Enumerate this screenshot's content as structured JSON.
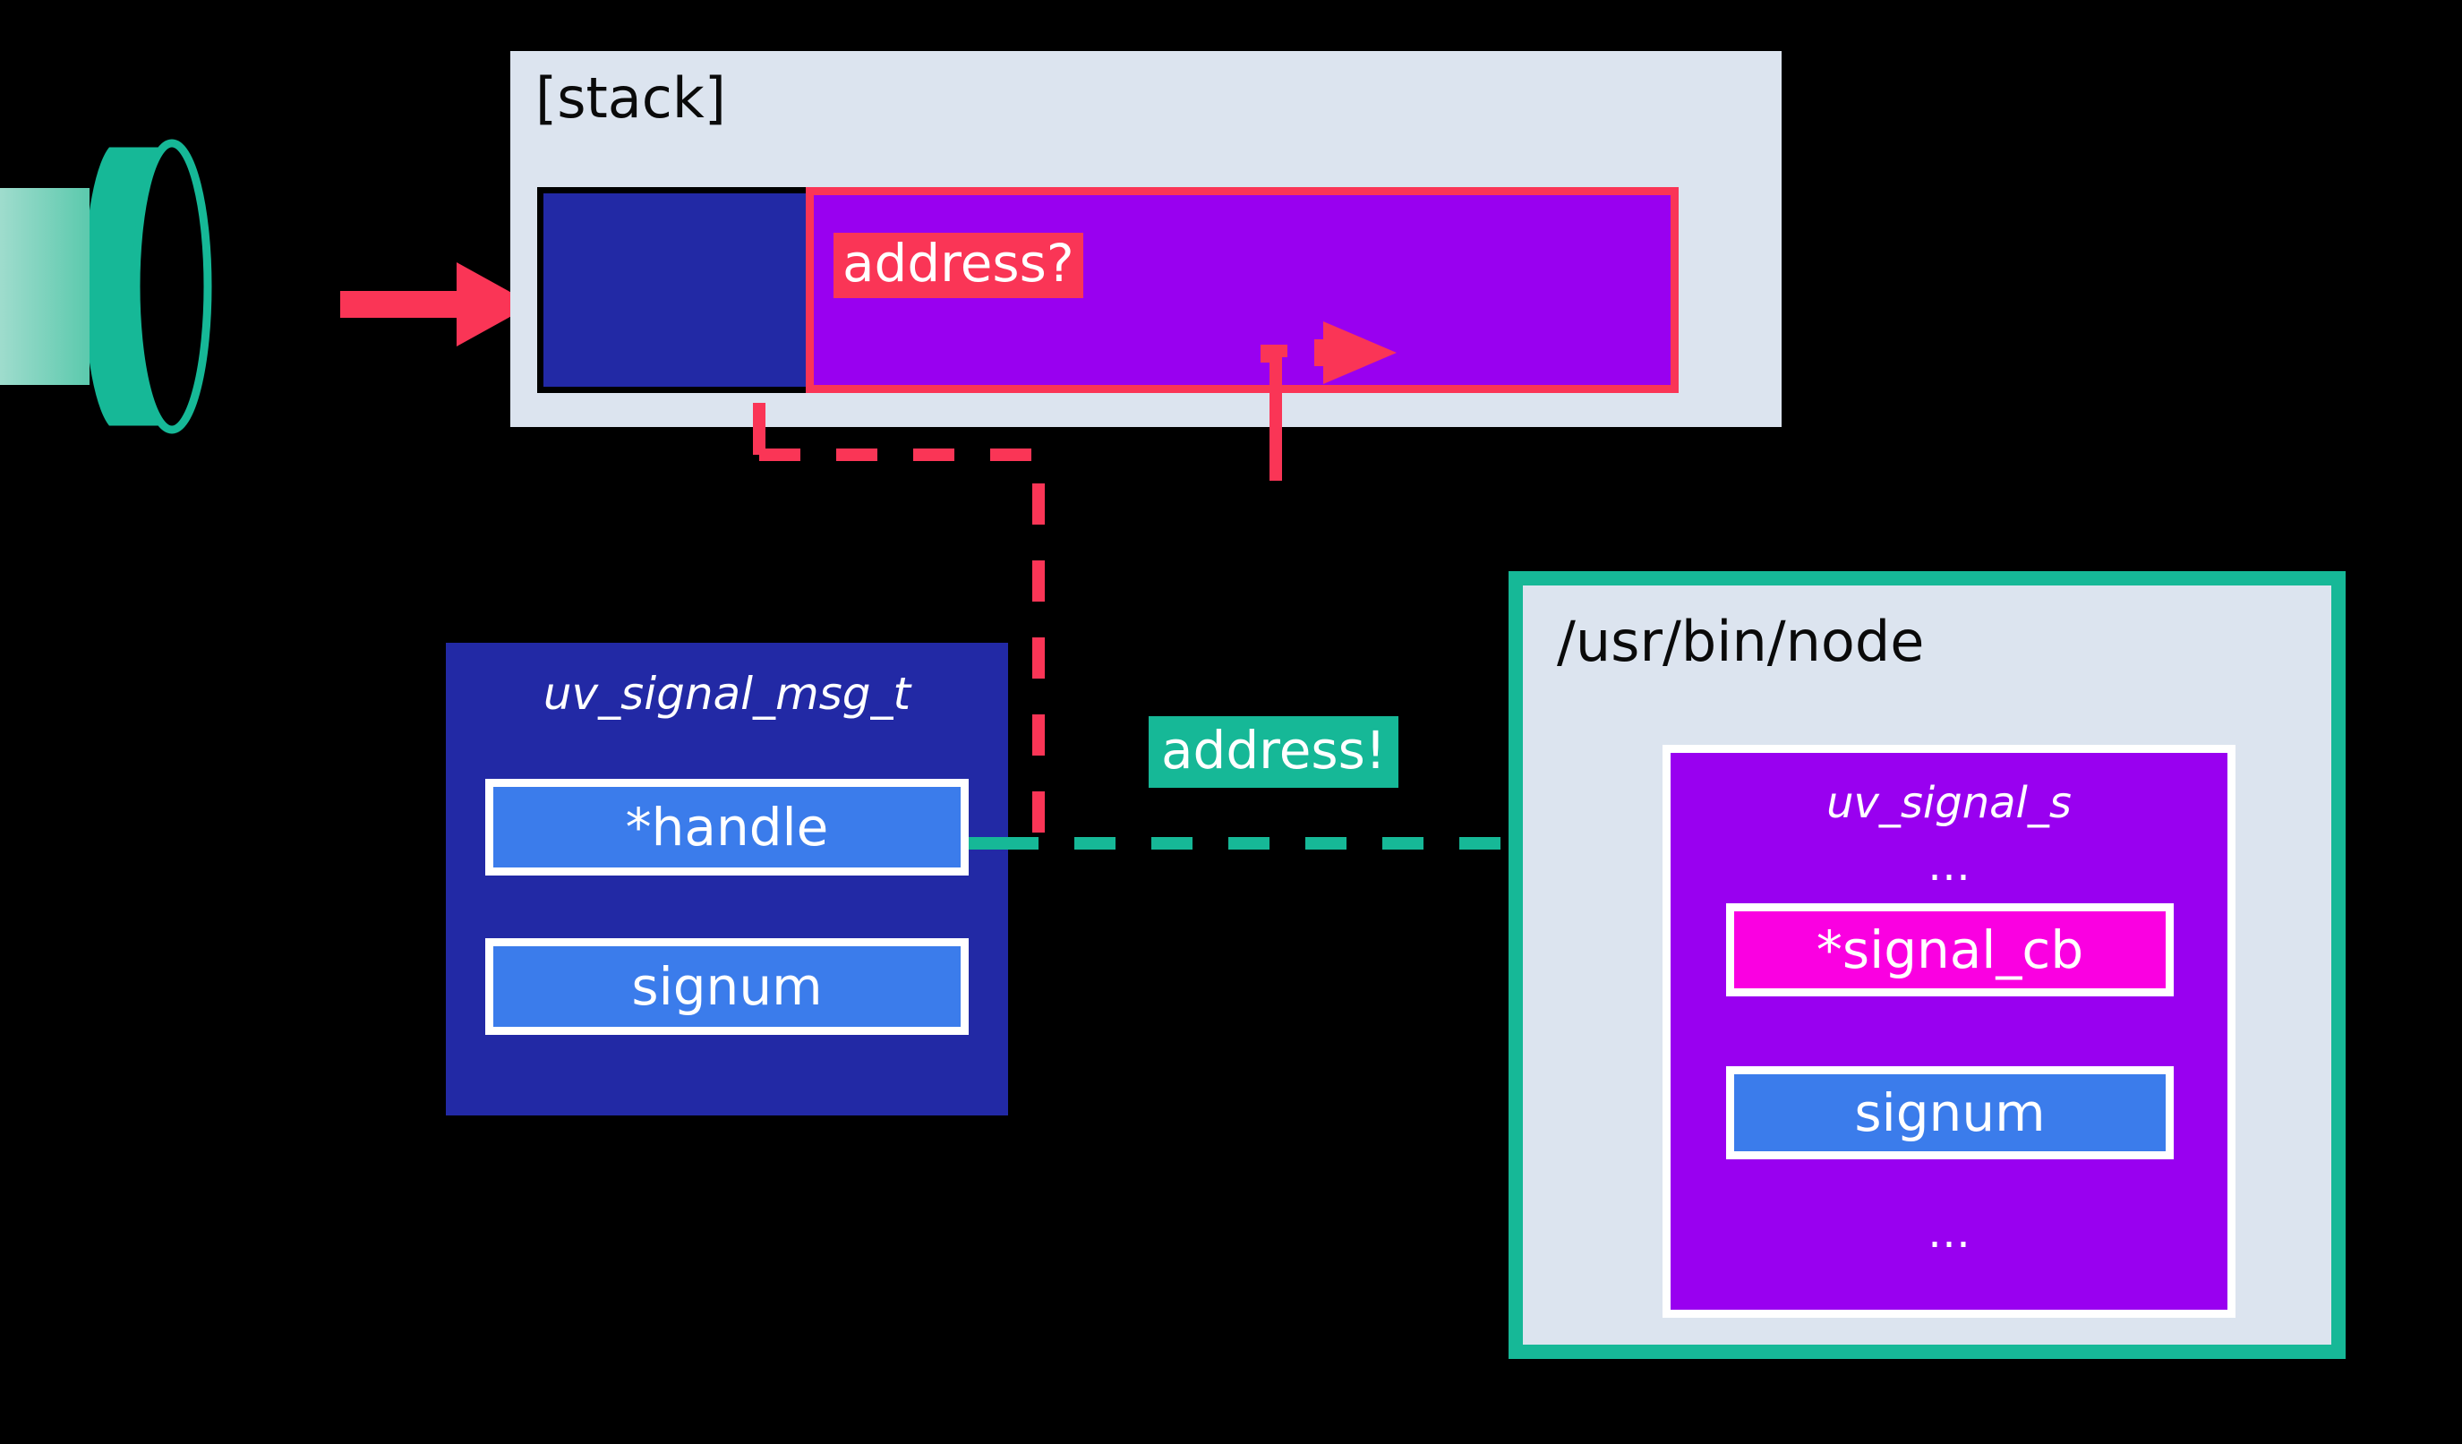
{
  "diagram": {
    "title_hidden": "",
    "colors": {
      "background": "#000000",
      "panel_bg": "#dce4ef",
      "teal": "#16b897",
      "teal_light": "#9fdccd",
      "red": "#fa3556",
      "purple": "#9900f0",
      "magenta": "#fa00e1",
      "dark_blue": "#2229a5",
      "blue_field": "#3b7ceb",
      "white": "#ffffff"
    }
  },
  "tube": {
    "name": "signal-source-tube",
    "fill": "#16b897"
  },
  "arrows": {
    "incoming_solid_red": "solid-red-arrow",
    "stack_inner_red": "red-arrow-into-slot",
    "red_dashed_route": "red-dashed-route",
    "green_dashed_route": "green-dashed-route",
    "green_arrowhead": "green-arrowhead"
  },
  "stack": {
    "label": "[stack]",
    "slot": {
      "chip_label": "address?"
    }
  },
  "msg_struct": {
    "title": "uv_signal_msg_t",
    "fields": [
      {
        "label": "*handle"
      },
      {
        "label": "signum"
      }
    ]
  },
  "edge_label": {
    "text": "address!"
  },
  "node_panel": {
    "label": "/usr/bin/node",
    "struct": {
      "title": "uv_signal_s",
      "dots_top": "…",
      "dots_bottom": "…",
      "fields": [
        {
          "label": "*signal_cb"
        },
        {
          "label": "signum"
        }
      ]
    }
  }
}
